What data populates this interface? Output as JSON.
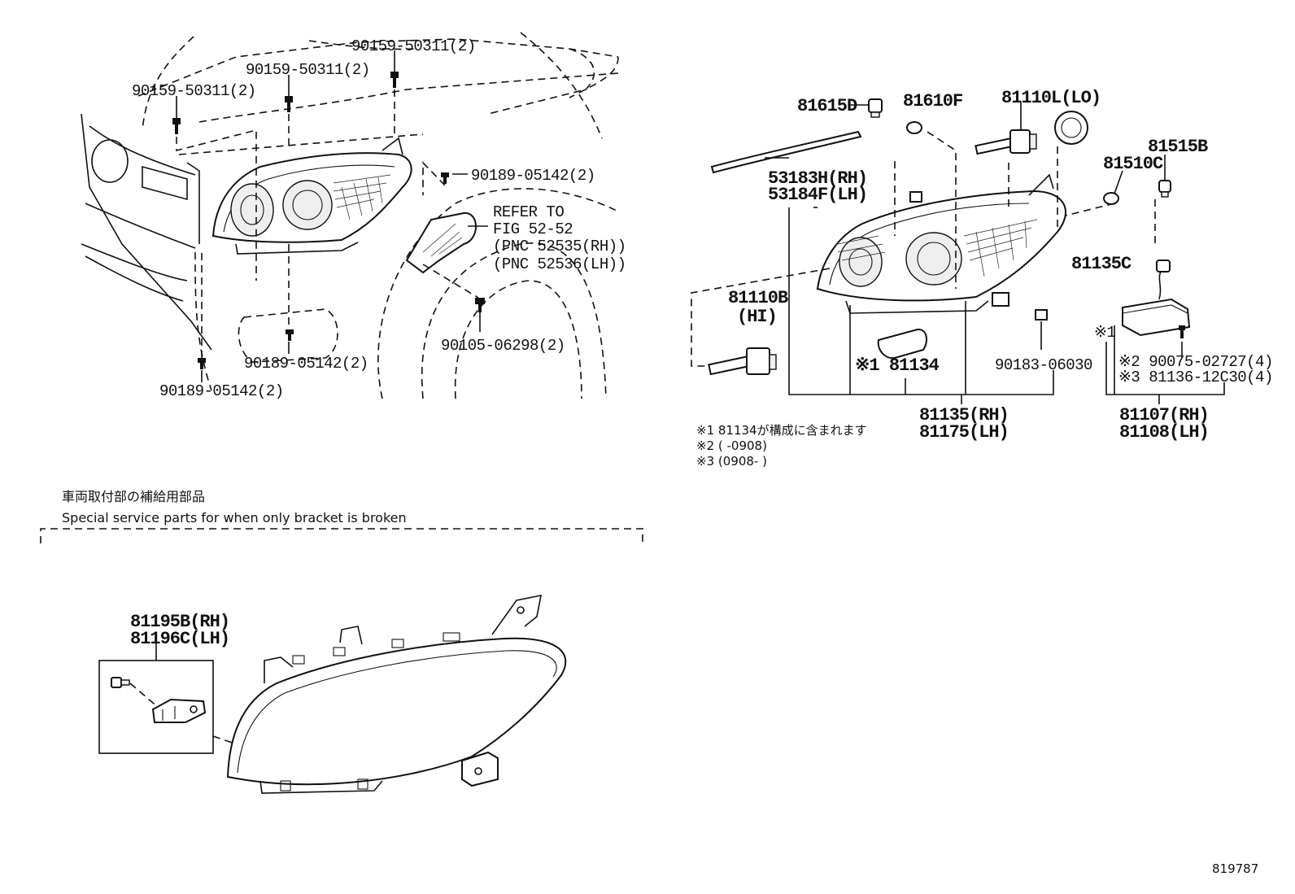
{
  "diagram_id": "819787",
  "top_left": {
    "callouts": [
      "90159-50311(2)",
      "90159-50311(2)",
      "90159-50311(2)",
      "90189-05142(2)",
      "90189-05142(2)",
      "90189-05142(2)",
      "90105-06298(2)"
    ],
    "refer": [
      "REFER TO",
      "FIG 52-52",
      "(PNC 52535(RH))",
      "(PNC 52536(LH))"
    ]
  },
  "top_right": {
    "callouts": {
      "p81615D": "81615D",
      "p81610F": "81610F",
      "p81110L": "81110L(LO)",
      "p81515B": "81515B",
      "p81510C": "81510C",
      "p53183H": "53183H(RH)",
      "p53184F": "53184F(LH)",
      "p81135C": "81135C",
      "p81110B": "81110B",
      "p81110B_sub": "(HI)",
      "p81134": "※1 81134",
      "p90183": "90183-06030",
      "p81135": "81135(RH)",
      "p81175": "81175(LH)",
      "mark1": "※1",
      "p90075": "※2 90075-02727(4)",
      "p81136": "※3 81136-12C30(4)",
      "p81107": "81107(RH)",
      "p81108": "81108(LH)"
    },
    "notes": [
      "※1 81134が構成に含まれます",
      "※2 (      -0908)",
      "※3 (0908-      )"
    ]
  },
  "special": {
    "title_jp": "車両取付部の補給用部品",
    "title_en": "Special service parts for when only bracket is broken",
    "label_rh": "81195B(RH)",
    "label_lh": "81196C(LH)"
  }
}
